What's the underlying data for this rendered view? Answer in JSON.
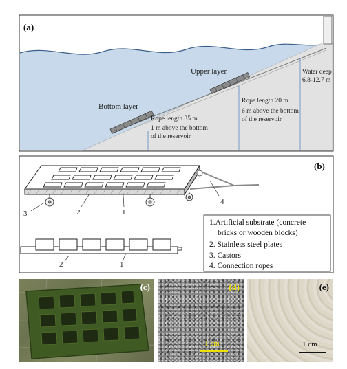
{
  "panel_a": {
    "label": "(a)",
    "upper_layer": "Upper layer",
    "bottom_layer": "Bottom layer",
    "water_deep_1": "Water deep",
    "water_deep_2": "6.8-12.7 m",
    "rope20_1": "Rope length 20 m",
    "rope20_2": "6 m above the bottom",
    "rope20_3": "of the reservoir",
    "rope35_1": "Rope length 35 m",
    "rope35_2": "1 m above the bottom",
    "rope35_3": "of the reservoir",
    "colors": {
      "water": "#c7d9ea",
      "water_surface": "#3b5f8a",
      "slope": "#e4e4e4",
      "marker": "#5a88c0"
    }
  },
  "panel_b": {
    "label": "(b)",
    "callouts": {
      "n1": "1",
      "n2": "2",
      "n3": "3",
      "n4": "4",
      "s1": "1",
      "s2": "2"
    },
    "legend": [
      "1.Artificial substrate (concrete",
      "bricks or wooden blocks)",
      "2. Stainless steel plates",
      "3. Castors",
      "4. Connection ropes"
    ]
  },
  "panel_c": {
    "label": "(c)"
  },
  "panel_d": {
    "label": "(d)",
    "scale": "1 cm",
    "colors": {
      "scale": "#f0e000"
    }
  },
  "panel_e": {
    "label": "(e)",
    "scale": "1 cm"
  }
}
